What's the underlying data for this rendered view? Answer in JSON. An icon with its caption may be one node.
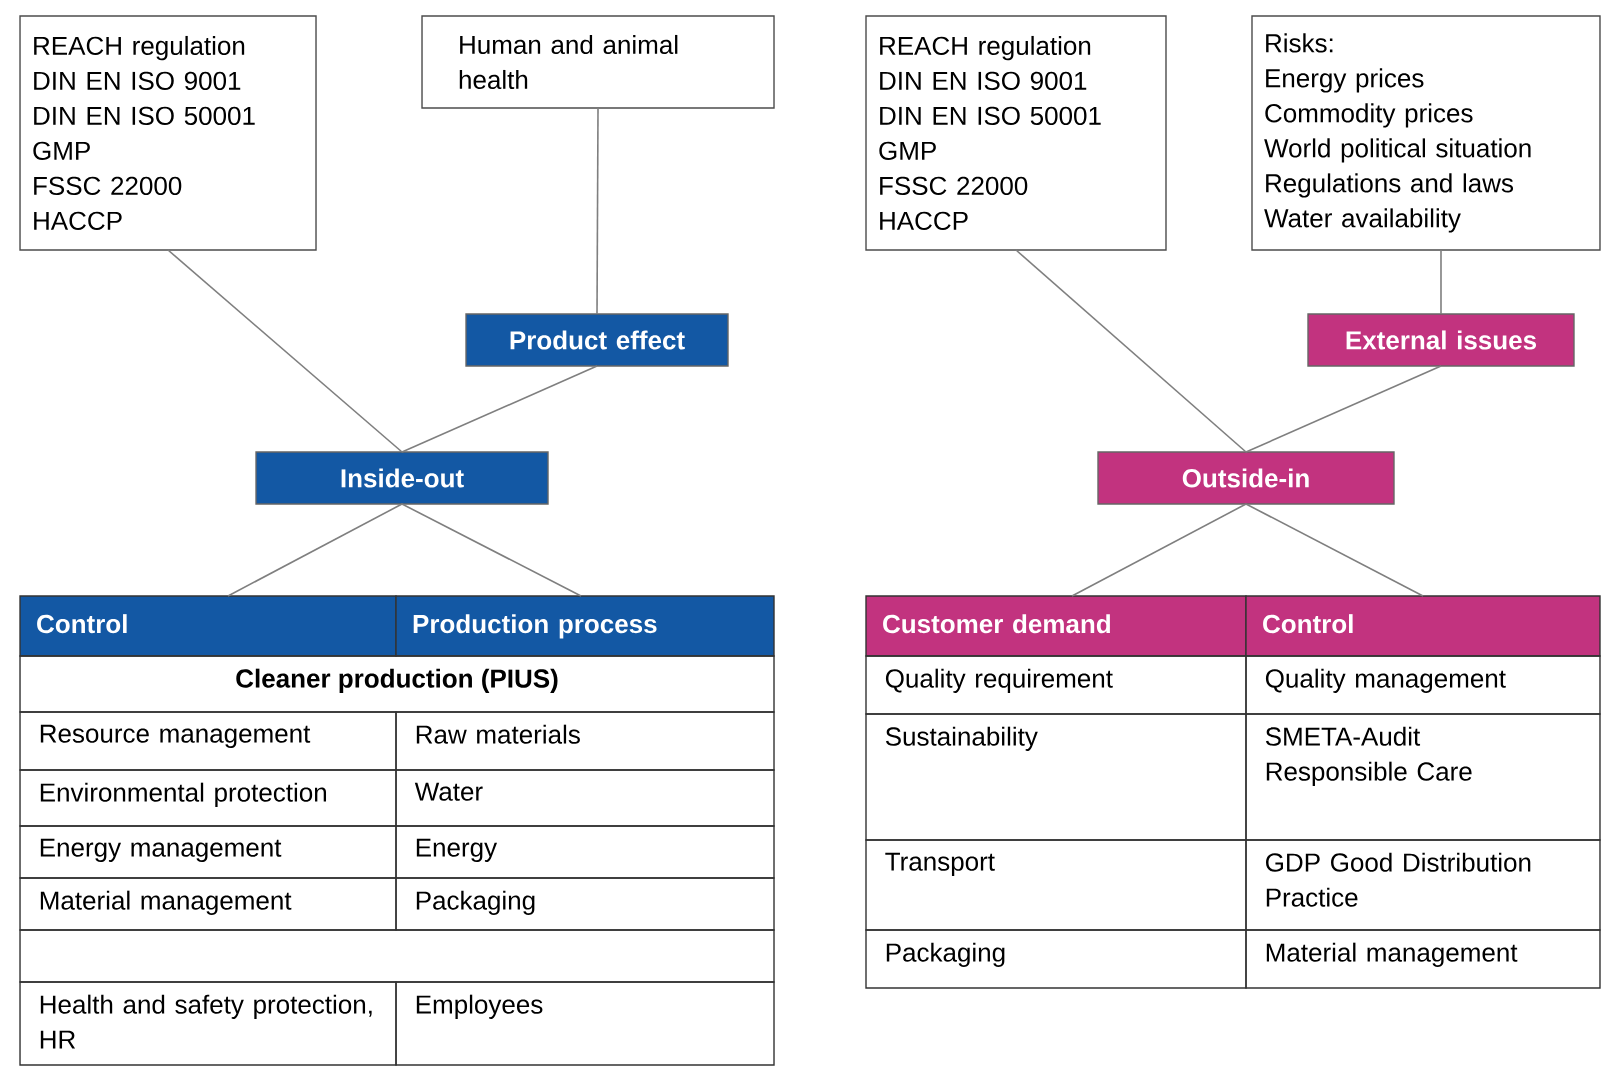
{
  "diagram": {
    "nodes": [
      {
        "text": [
          "REACH regulation",
          "DIN EN ISO 9001",
          "DIN EN ISO 50001",
          "GMP",
          "FSSC 22000",
          "HACCP"
        ]
      },
      {
        "text": [
          "Human and animal health"
        ]
      },
      {
        "text": [
          "Product effect"
        ]
      },
      {
        "text": [
          "Inside-out"
        ]
      },
      {
        "text": [
          "Control"
        ]
      },
      {
        "text": [
          "Production process"
        ]
      },
      {
        "text": [
          "REACH regulation",
          "DIN EN ISO 9001",
          "DIN EN ISO 50001",
          "GMP",
          "FSSC 22000",
          "HACCP"
        ]
      },
      {
        "text": [
          "Risks:",
          "Energy prices",
          "Commodity prices",
          "World political situation",
          "Regulations and laws",
          "Water availability"
        ]
      },
      {
        "text": [
          "External issues"
        ]
      },
      {
        "text": [
          "Outside-in"
        ]
      },
      {
        "text": [
          "Customer demand"
        ]
      },
      {
        "text": [
          "Control"
        ]
      }
    ],
    "edges": [
      {
        "from": 0,
        "to": 3,
        "arrow": "none"
      },
      {
        "from": 1,
        "to": 2,
        "arrow": "none"
      },
      {
        "from": 2,
        "to": 3,
        "arrow": "none"
      },
      {
        "from": 3,
        "to": 4,
        "arrow": "none"
      },
      {
        "from": 3,
        "to": 5,
        "arrow": "none"
      },
      {
        "from": 6,
        "to": 9,
        "arrow": "none"
      },
      {
        "from": 7,
        "to": 8,
        "arrow": "none"
      },
      {
        "from": 8,
        "to": 9,
        "arrow": "none"
      },
      {
        "from": 9,
        "to": 10,
        "arrow": "none"
      },
      {
        "from": 9,
        "to": 11,
        "arrow": "none"
      }
    ],
    "labels": [
      "Cleaner production (PIUS)",
      "Resource management",
      "Raw materials",
      "Environmental protection",
      "Water",
      "Energy management",
      "Energy",
      "Material management",
      "Packaging",
      "Health and safety protection, HR",
      "Employees",
      "Quality requirement",
      "Quality management",
      "Sustainability",
      "SMETA-Audit",
      "Responsible Care",
      "Transport",
      "GDP Good Distribution Practice",
      "Packaging",
      "Material management"
    ]
  }
}
